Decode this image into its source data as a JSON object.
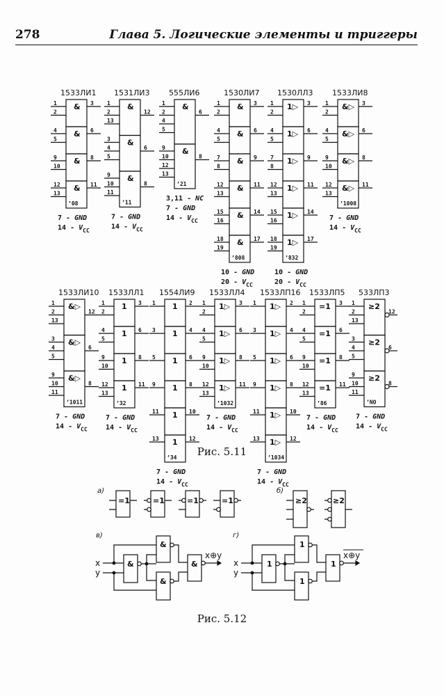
{
  "header": {
    "page_number": "278",
    "chapter_title": "Глава 5.  Логические элементы и триггеры"
  },
  "figure_5_11": {
    "caption": "Рис. 5.11",
    "rows": [
      [
        {
          "title": "1533ЛИ1",
          "code": "’08",
          "sections": [
            {
              "sym": "&",
              "in": [
                "1",
                "2"
              ],
              "out": "3"
            },
            {
              "sym": "&",
              "in": [
                "4",
                "5"
              ],
              "out": "6"
            },
            {
              "sym": "&",
              "in": [
                "9",
                "10"
              ],
              "out": "8"
            },
            {
              "sym": "&",
              "in": [
                "12",
                "13"
              ],
              "out": "11"
            }
          ],
          "power": [
            {
              "pin": "7",
              "name": "GND",
              "sub": ""
            },
            {
              "pin": "14",
              "name": "V",
              "sub": "CC"
            }
          ]
        },
        {
          "title": "1531ЛИ3",
          "code": "’11",
          "sections": [
            {
              "sym": "&",
              "in": [
                "1",
                "2",
                "13"
              ],
              "out": "12"
            },
            {
              "sym": "&",
              "in": [
                "3",
                "4",
                "5"
              ],
              "out": "6"
            },
            {
              "sym": "&",
              "in": [
                "9",
                "10",
                "11"
              ],
              "out": "8"
            }
          ],
          "power": [
            {
              "pin": "7",
              "name": "GND",
              "sub": ""
            },
            {
              "pin": "14",
              "name": "V",
              "sub": "CC"
            }
          ]
        },
        {
          "title": "555ЛИ6",
          "code": "’21",
          "sections": [
            {
              "sym": "&",
              "in": [
                "1",
                "2",
                "4",
                "5"
              ],
              "out": "6"
            },
            {
              "sym": "&",
              "in": [
                "9",
                "10",
                "12",
                "13"
              ],
              "out": "8"
            }
          ],
          "power": [
            {
              "pin": "3,11",
              "name": "NC",
              "sub": ""
            },
            {
              "pin": "7",
              "name": "GND",
              "sub": ""
            },
            {
              "pin": "14",
              "name": "V",
              "sub": "CC"
            }
          ]
        },
        {
          "title": "1530ЛИ7",
          "code": "’808",
          "sections": [
            {
              "sym": "&",
              "in": [
                "1",
                "2"
              ],
              "out": "3"
            },
            {
              "sym": "&",
              "in": [
                "4",
                "5"
              ],
              "out": "6"
            },
            {
              "sym": "&",
              "in": [
                "7",
                "8"
              ],
              "out": "9"
            },
            {
              "sym": "&",
              "in": [
                "12",
                "13"
              ],
              "out": "11"
            },
            {
              "sym": "&",
              "in": [
                "15",
                "16"
              ],
              "out": "14"
            },
            {
              "sym": "&",
              "in": [
                "18",
                "19"
              ],
              "out": "17"
            }
          ],
          "power": [
            {
              "pin": "10",
              "name": "GND",
              "sub": ""
            },
            {
              "pin": "20",
              "name": "V",
              "sub": "CC"
            }
          ]
        },
        {
          "title": "1530ЛЛ3",
          "code": "’832",
          "sections": [
            {
              "sym": "1▷",
              "in": [
                "1",
                "2"
              ],
              "out": "3"
            },
            {
              "sym": "1▷",
              "in": [
                "4",
                "5"
              ],
              "out": "6"
            },
            {
              "sym": "1▷",
              "in": [
                "7",
                "8"
              ],
              "out": "9"
            },
            {
              "sym": "1▷",
              "in": [
                "12",
                "13"
              ],
              "out": "11"
            },
            {
              "sym": "1▷",
              "in": [
                "15",
                "16"
              ],
              "out": "14"
            },
            {
              "sym": "1▷",
              "in": [
                "18",
                "19"
              ],
              "out": "17"
            }
          ],
          "power": [
            {
              "pin": "10",
              "name": "GND",
              "sub": ""
            },
            {
              "pin": "20",
              "name": "V",
              "sub": "CC"
            }
          ]
        },
        {
          "title": "1533ЛИ8",
          "code": "’1008",
          "sections": [
            {
              "sym": "&▷",
              "in": [
                "1",
                "2"
              ],
              "out": "3"
            },
            {
              "sym": "&▷",
              "in": [
                "4",
                "5"
              ],
              "out": "6"
            },
            {
              "sym": "&▷",
              "in": [
                "9",
                "10"
              ],
              "out": "8"
            },
            {
              "sym": "&▷",
              "in": [
                "12",
                "13"
              ],
              "out": "11"
            }
          ],
          "power": [
            {
              "pin": "7",
              "name": "GND",
              "sub": ""
            },
            {
              "pin": "14",
              "name": "V",
              "sub": "CC"
            }
          ]
        }
      ],
      [
        {
          "title": "1533ЛИ10",
          "code": "’1011",
          "sections": [
            {
              "sym": "&▷",
              "in": [
                "1",
                "2",
                "13"
              ],
              "out": "12"
            },
            {
              "sym": "&▷",
              "in": [
                "3",
                "4",
                "5"
              ],
              "out": "6"
            },
            {
              "sym": "&▷",
              "in": [
                "9",
                "10",
                "11"
              ],
              "out": "8"
            }
          ],
          "power": [
            {
              "pin": "7",
              "name": "GND",
              "sub": ""
            },
            {
              "pin": "14",
              "name": "V",
              "sub": "CC"
            }
          ]
        },
        {
          "title": "1533ЛЛ1",
          "code": "’32",
          "sections": [
            {
              "sym": "1",
              "in": [
                "1",
                "2"
              ],
              "out": "3"
            },
            {
              "sym": "1",
              "in": [
                "4",
                "5"
              ],
              "out": "6"
            },
            {
              "sym": "1",
              "in": [
                "9",
                "10"
              ],
              "out": "8"
            },
            {
              "sym": "1",
              "in": [
                "12",
                "13"
              ],
              "out": "11"
            }
          ],
          "power": [
            {
              "pin": "7",
              "name": "GND",
              "sub": ""
            },
            {
              "pin": "14",
              "name": "V",
              "sub": "CC"
            }
          ]
        },
        {
          "title": "1554ЛИ9",
          "code": "’34",
          "sections": [
            {
              "sym": "1",
              "in": [
                "1"
              ],
              "out": "2"
            },
            {
              "sym": "1",
              "in": [
                "3"
              ],
              "out": "4"
            },
            {
              "sym": "1",
              "in": [
                "5"
              ],
              "out": "6"
            },
            {
              "sym": "1",
              "in": [
                "9"
              ],
              "out": "8"
            },
            {
              "sym": "1",
              "in": [
                "11"
              ],
              "out": "10"
            },
            {
              "sym": "1",
              "in": [
                "13"
              ],
              "out": "12"
            }
          ],
          "power": [
            {
              "pin": "7",
              "name": "GND",
              "sub": ""
            },
            {
              "pin": "14",
              "name": "V",
              "sub": "CC"
            }
          ]
        },
        {
          "title": "1533ЛЛ4",
          "code": "’1032",
          "sections": [
            {
              "sym": "1▷",
              "in": [
                "1",
                "2"
              ],
              "out": "3"
            },
            {
              "sym": "1▷",
              "in": [
                "4",
                "5"
              ],
              "out": "6"
            },
            {
              "sym": "1▷",
              "in": [
                "9",
                "10"
              ],
              "out": "8"
            },
            {
              "sym": "1▷",
              "in": [
                "12",
                "13"
              ],
              "out": "11"
            }
          ],
          "power": [
            {
              "pin": "7",
              "name": "GND",
              "sub": ""
            },
            {
              "pin": "14",
              "name": "V",
              "sub": "CC"
            }
          ]
        },
        {
          "title": "1533ЛП16",
          "code": "’1034",
          "sections": [
            {
              "sym": "1▷",
              "in": [
                "1"
              ],
              "out": "2"
            },
            {
              "sym": "1▷",
              "in": [
                "3"
              ],
              "out": "4"
            },
            {
              "sym": "1▷",
              "in": [
                "5"
              ],
              "out": "6"
            },
            {
              "sym": "1▷",
              "in": [
                "9"
              ],
              "out": "8"
            },
            {
              "sym": "1▷",
              "in": [
                "11"
              ],
              "out": "10"
            },
            {
              "sym": "1▷",
              "in": [
                "13"
              ],
              "out": "12"
            }
          ],
          "power": [
            {
              "pin": "7",
              "name": "GND",
              "sub": ""
            },
            {
              "pin": "14",
              "name": "V",
              "sub": "CC"
            }
          ]
        },
        {
          "title": "1533ЛП5",
          "code": "’86",
          "sections": [
            {
              "sym": "=1",
              "in": [
                "1",
                "2"
              ],
              "out": "3"
            },
            {
              "sym": "=1",
              "in": [
                "4",
                "5"
              ],
              "out": "6"
            },
            {
              "sym": "=1",
              "in": [
                "9",
                "10"
              ],
              "out": "8"
            },
            {
              "sym": "=1",
              "in": [
                "12",
                "13"
              ],
              "out": "11"
            }
          ],
          "power": [
            {
              "pin": "7",
              "name": "GND",
              "sub": ""
            },
            {
              "pin": "14",
              "name": "V",
              "sub": "CC"
            }
          ]
        },
        {
          "title": "533ЛП3",
          "code": "’NO",
          "inverted": true,
          "sections": [
            {
              "sym": "≥2",
              "in": [
                "1",
                "2",
                "13"
              ],
              "out": "12"
            },
            {
              "sym": "≥2",
              "in": [
                "3",
                "4",
                "5"
              ],
              "out": "6"
            },
            {
              "sym": "≥2",
              "in": [
                "9",
                "10",
                "11"
              ],
              "out": "8"
            }
          ],
          "power": [
            {
              "pin": "7",
              "name": "GND",
              "sub": ""
            },
            {
              "pin": "14",
              "name": "V",
              "sub": "CC"
            }
          ]
        }
      ]
    ]
  },
  "figure_5_12": {
    "caption": "Рис. 5.12",
    "labels": {
      "a": "а)",
      "b": "б)",
      "v": "в)",
      "g": "г)"
    },
    "symbols": {
      "xor": "=1",
      "or2": "≥2",
      "and": "&",
      "or": "1"
    },
    "inputs": {
      "x": "x",
      "y": "y"
    },
    "outputs": {
      "v": "x⊕y",
      "g": "x⊕y"
    }
  }
}
